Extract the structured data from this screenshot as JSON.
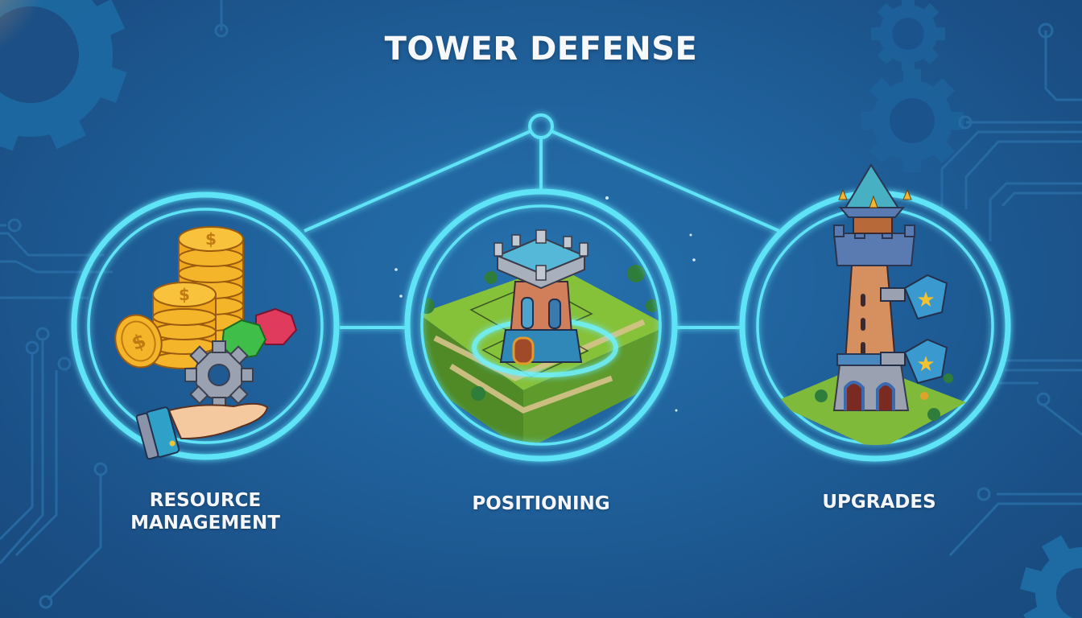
{
  "header": {
    "title": "TOWER DEFENSE"
  },
  "colors": {
    "background": "#1f5f99",
    "accent_glow": "#5fe3f7",
    "text": "#f4f6fa"
  },
  "nodes": [
    {
      "id": "resource-management",
      "label_lines": [
        "RESOURCE",
        "MANAGEMENT"
      ],
      "icon": "coins-gems-gear-hand-icon"
    },
    {
      "id": "positioning",
      "label_lines": [
        "POSITIONING"
      ],
      "icon": "tower-on-map-icon"
    },
    {
      "id": "upgrades",
      "label_lines": [
        "UPGRADES"
      ],
      "icon": "upgraded-tower-stars-icon"
    }
  ]
}
